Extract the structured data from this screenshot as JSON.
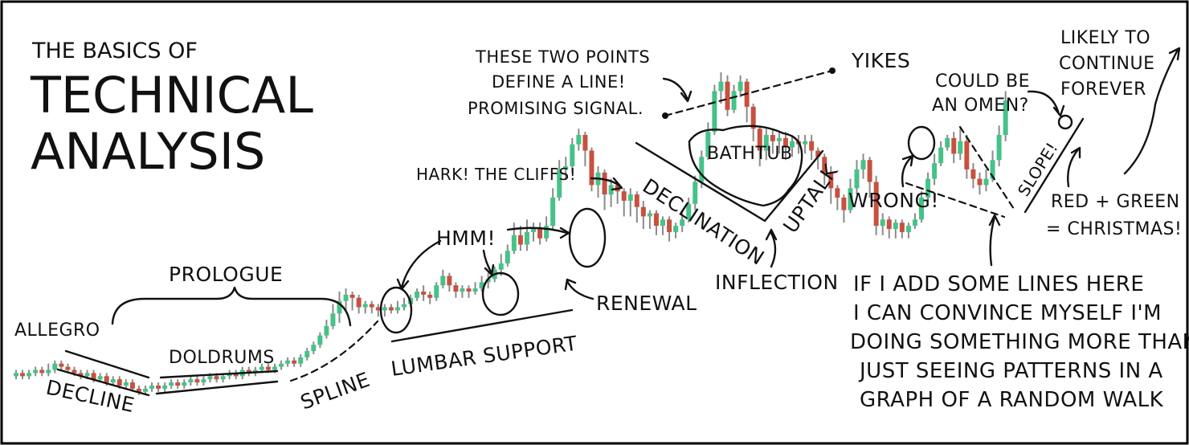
{
  "colors": {
    "up": "#46c289",
    "down": "#c7513f",
    "wick": "#8a8a8a",
    "ink": "#111111",
    "frame": "#000000"
  },
  "title": {
    "line1": "THE BASICS OF",
    "line2": "TECHNICAL",
    "line3": "ANALYSIS"
  },
  "annotations": {
    "allegro": "ALLEGRO",
    "prologue": "PROLOGUE",
    "decline": "DECLINE",
    "doldrums": "DOLDRUMS",
    "spline": "SPLINE",
    "lumbar": "LUMBAR SUPPORT",
    "hmm": "HMM!",
    "renewal": "RENEWAL",
    "hark": "HARK! THE CLIFFS!",
    "two_points": [
      "THESE TWO POINTS",
      "DEFINE A LINE!",
      "PROMISING SIGNAL."
    ],
    "bathtub": "BATHTUB",
    "declination": "DECLINATION",
    "inflection": "INFLECTION",
    "uptalk": "UPTALK",
    "yikes": "YIKES",
    "wrong": "WRONG!",
    "omen": [
      "COULD BE",
      "AN OMEN?"
    ],
    "slope": "SLOPE!",
    "forever": [
      "LIKELY TO",
      "CONTINUE",
      "FOREVER"
    ],
    "christmas": [
      "RED + GREEN",
      "= CHRISTMAS!"
    ],
    "patterns": [
      "IF I ADD SOME LINES HERE",
      "I CAN CONVINCE MYSELF I'M",
      "DOING SOMETHING MORE THAN",
      "JUST SEEING PATTERNS IN A",
      "GRAPH OF A RANDOM WALK"
    ]
  },
  "chart_data": {
    "type": "candlestick",
    "title": "THE BASICS OF TECHNICAL ANALYSIS",
    "xlabel": "",
    "ylabel": "",
    "ylim": [
      0,
      100
    ],
    "grid": false,
    "legend": "none",
    "candles": [
      [
        13,
        14,
        12,
        15
      ],
      [
        14,
        13,
        12,
        15
      ],
      [
        13,
        14,
        12,
        15
      ],
      [
        14,
        15,
        13,
        16
      ],
      [
        15,
        14,
        13,
        16
      ],
      [
        14,
        15,
        13,
        17
      ],
      [
        15,
        17,
        14,
        18
      ],
      [
        17,
        16,
        15,
        18
      ],
      [
        16,
        15,
        14,
        17
      ],
      [
        15,
        14,
        13,
        16
      ],
      [
        14,
        13,
        12,
        15
      ],
      [
        13,
        14,
        12,
        15
      ],
      [
        14,
        12,
        11,
        15
      ],
      [
        12,
        13,
        11,
        14
      ],
      [
        13,
        11,
        10,
        14
      ],
      [
        11,
        12,
        10,
        13
      ],
      [
        12,
        10,
        9,
        13
      ],
      [
        10,
        11,
        9,
        12
      ],
      [
        11,
        9,
        8,
        12
      ],
      [
        9,
        8,
        7,
        10
      ],
      [
        8,
        9,
        7,
        10
      ],
      [
        9,
        10,
        8,
        11
      ],
      [
        10,
        9,
        8,
        11
      ],
      [
        9,
        10,
        8,
        11
      ],
      [
        10,
        11,
        9,
        12
      ],
      [
        11,
        10,
        9,
        12
      ],
      [
        10,
        11,
        9,
        12
      ],
      [
        11,
        12,
        10,
        13
      ],
      [
        12,
        11,
        10,
        13
      ],
      [
        11,
        12,
        10,
        13
      ],
      [
        12,
        13,
        11,
        14
      ],
      [
        13,
        12,
        11,
        14
      ],
      [
        12,
        13,
        11,
        14
      ],
      [
        13,
        14,
        12,
        15
      ],
      [
        14,
        13,
        12,
        15
      ],
      [
        13,
        15,
        12,
        16
      ],
      [
        15,
        14,
        13,
        16
      ],
      [
        14,
        15,
        13,
        16
      ],
      [
        15,
        16,
        14,
        17
      ],
      [
        16,
        15,
        14,
        17
      ],
      [
        15,
        16,
        14,
        17
      ],
      [
        16,
        17,
        15,
        18
      ],
      [
        17,
        18,
        16,
        19
      ],
      [
        18,
        17,
        16,
        19
      ],
      [
        17,
        19,
        16,
        20
      ],
      [
        19,
        21,
        18,
        22
      ],
      [
        21,
        23,
        20,
        24
      ],
      [
        23,
        26,
        22,
        27
      ],
      [
        26,
        29,
        25,
        31
      ],
      [
        29,
        33,
        28,
        36
      ],
      [
        33,
        37,
        30,
        40
      ],
      [
        37,
        39,
        34,
        41
      ],
      [
        39,
        38,
        34,
        40
      ],
      [
        38,
        35,
        33,
        39
      ],
      [
        35,
        36,
        33,
        37
      ],
      [
        36,
        35,
        33,
        37
      ],
      [
        35,
        34,
        32,
        36
      ],
      [
        34,
        35,
        32,
        36
      ],
      [
        35,
        34,
        33,
        36
      ],
      [
        34,
        35,
        33,
        37
      ],
      [
        35,
        36,
        34,
        38
      ],
      [
        36,
        38,
        35,
        39
      ],
      [
        38,
        40,
        37,
        41
      ],
      [
        40,
        39,
        37,
        42
      ],
      [
        39,
        38,
        36,
        40
      ],
      [
        38,
        42,
        37,
        43
      ],
      [
        42,
        45,
        41,
        47
      ],
      [
        45,
        42,
        40,
        46
      ],
      [
        42,
        40,
        38,
        43
      ],
      [
        40,
        41,
        38,
        42
      ],
      [
        41,
        40,
        38,
        42
      ],
      [
        40,
        41,
        39,
        43
      ],
      [
        41,
        43,
        40,
        45
      ],
      [
        43,
        44,
        41,
        46
      ],
      [
        44,
        47,
        43,
        48
      ],
      [
        47,
        49,
        45,
        52
      ],
      [
        49,
        53,
        48,
        55
      ],
      [
        53,
        58,
        52,
        62
      ],
      [
        58,
        55,
        53,
        61
      ],
      [
        55,
        59,
        53,
        63
      ],
      [
        59,
        60,
        56,
        62
      ],
      [
        60,
        57,
        55,
        62
      ],
      [
        57,
        61,
        56,
        64
      ],
      [
        61,
        70,
        60,
        73
      ],
      [
        70,
        79,
        69,
        82
      ],
      [
        79,
        80,
        76,
        83
      ],
      [
        80,
        87,
        78,
        89
      ],
      [
        87,
        90,
        85,
        92
      ],
      [
        90,
        85,
        80,
        91
      ],
      [
        85,
        74,
        72,
        86
      ],
      [
        74,
        78,
        70,
        80
      ],
      [
        78,
        71,
        66,
        79
      ],
      [
        71,
        74,
        67,
        76
      ],
      [
        74,
        72,
        68,
        75
      ],
      [
        72,
        69,
        64,
        73
      ],
      [
        69,
        71,
        64,
        73
      ],
      [
        71,
        67,
        62,
        72
      ],
      [
        67,
        64,
        60,
        69
      ],
      [
        64,
        65,
        60,
        66
      ],
      [
        65,
        61,
        58,
        66
      ],
      [
        61,
        63,
        58,
        64
      ],
      [
        63,
        59,
        56,
        64
      ],
      [
        59,
        61,
        57,
        62
      ],
      [
        61,
        63,
        59,
        66
      ],
      [
        63,
        68,
        62,
        70
      ],
      [
        68,
        75,
        66,
        77
      ],
      [
        75,
        83,
        73,
        85
      ],
      [
        83,
        91,
        82,
        94
      ],
      [
        91,
        104,
        90,
        106
      ],
      [
        104,
        107,
        100,
        110
      ],
      [
        107,
        98,
        96,
        109
      ],
      [
        98,
        104,
        97,
        106
      ],
      [
        104,
        107,
        102,
        109
      ],
      [
        107,
        99,
        94,
        108
      ],
      [
        99,
        92,
        88,
        100
      ],
      [
        92,
        85,
        80,
        93
      ],
      [
        85,
        90,
        82,
        92
      ],
      [
        90,
        88,
        84,
        92
      ],
      [
        88,
        89,
        84,
        91
      ],
      [
        89,
        86,
        82,
        91
      ],
      [
        86,
        88,
        83,
        90
      ],
      [
        88,
        87,
        84,
        90
      ],
      [
        87,
        88,
        84,
        90
      ],
      [
        88,
        85,
        82,
        90
      ],
      [
        85,
        83,
        79,
        86
      ],
      [
        83,
        78,
        74,
        84
      ],
      [
        78,
        73,
        68,
        80
      ],
      [
        73,
        70,
        66,
        74
      ],
      [
        70,
        66,
        62,
        71
      ],
      [
        66,
        73,
        65,
        76
      ],
      [
        73,
        79,
        71,
        82
      ],
      [
        79,
        82,
        76,
        84
      ],
      [
        82,
        75,
        70,
        83
      ],
      [
        75,
        61,
        58,
        77
      ],
      [
        61,
        63,
        58,
        65
      ],
      [
        63,
        60,
        57,
        64
      ],
      [
        60,
        62,
        57,
        63
      ],
      [
        62,
        59,
        57,
        63
      ],
      [
        59,
        61,
        57,
        62
      ],
      [
        61,
        63,
        60,
        65
      ],
      [
        63,
        70,
        62,
        72
      ],
      [
        70,
        76,
        69,
        78
      ],
      [
        76,
        81,
        74,
        84
      ],
      [
        81,
        86,
        80,
        88
      ],
      [
        86,
        89,
        85,
        90
      ],
      [
        89,
        84,
        81,
        91
      ],
      [
        84,
        88,
        82,
        92
      ],
      [
        88,
        79,
        76,
        90
      ],
      [
        79,
        76,
        73,
        81
      ],
      [
        76,
        74,
        71,
        78
      ],
      [
        74,
        76,
        72,
        79
      ],
      [
        76,
        82,
        75,
        85
      ],
      [
        82,
        90,
        80,
        93
      ],
      [
        90,
        101,
        88,
        104
      ]
    ]
  }
}
